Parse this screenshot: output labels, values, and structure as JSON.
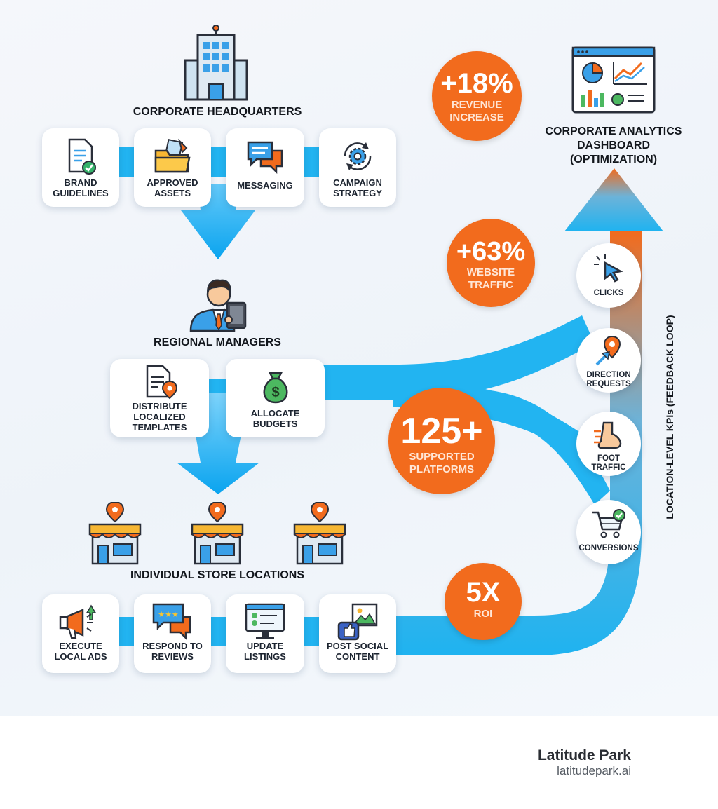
{
  "headquarters": {
    "title": "CORPORATE HEADQUARTERS",
    "items": [
      {
        "label": "BRAND GUIDELINES",
        "icon": "document-check-icon"
      },
      {
        "label": "APPROVED ASSETS",
        "icon": "folder-icon"
      },
      {
        "label": "MESSAGING",
        "icon": "chat-bubbles-icon"
      },
      {
        "label": "CAMPAIGN STRATEGY",
        "icon": "gear-cycle-icon"
      }
    ]
  },
  "regional": {
    "title": "REGIONAL MANAGERS",
    "items": [
      {
        "label": "DISTRIBUTE LOCALIZED TEMPLATES",
        "icon": "document-pin-icon"
      },
      {
        "label": "ALLOCATE BUDGETS",
        "icon": "money-bag-icon"
      }
    ]
  },
  "stores": {
    "title": "INDIVIDUAL STORE LOCATIONS",
    "items": [
      {
        "label": "EXECUTE LOCAL ADS",
        "icon": "megaphone-icon"
      },
      {
        "label": "RESPOND TO REVIEWS",
        "icon": "review-stars-icon"
      },
      {
        "label": "UPDATE LISTINGS",
        "icon": "monitor-checklist-icon"
      },
      {
        "label": "POST SOCIAL CONTENT",
        "icon": "social-image-icon"
      }
    ]
  },
  "stats": [
    {
      "value": "+18%",
      "label": "REVENUE INCREASE"
    },
    {
      "value": "+63%",
      "label": "WEBSITE TRAFFIC"
    },
    {
      "value": "125+",
      "label": "SUPPORTED PLATFORMS"
    },
    {
      "value": "5X",
      "label": "ROI"
    }
  ],
  "kpis": {
    "axis_label": "LOCATION-LEVEL KPIs (FEEDBACK LOOP)",
    "items": [
      {
        "label": "CLICKS",
        "icon": "cursor-click-icon"
      },
      {
        "label": "DIRECTION REQUESTS",
        "icon": "direction-pin-icon"
      },
      {
        "label": "FOOT TRAFFIC",
        "icon": "foot-icon"
      },
      {
        "label": "CONVERSIONS",
        "icon": "cart-check-icon"
      }
    ]
  },
  "dashboard": {
    "title": "CORPORATE ANALYTICS DASHBOARD (OPTIMIZATION)",
    "icon": "analytics-dashboard-icon"
  },
  "brand": {
    "name": "Latitude Park",
    "url": "latitudepark.ai"
  },
  "colors": {
    "flow": "#1fb3f0",
    "accent": "#f26b1d",
    "arrow_top": "#f26b1d"
  }
}
